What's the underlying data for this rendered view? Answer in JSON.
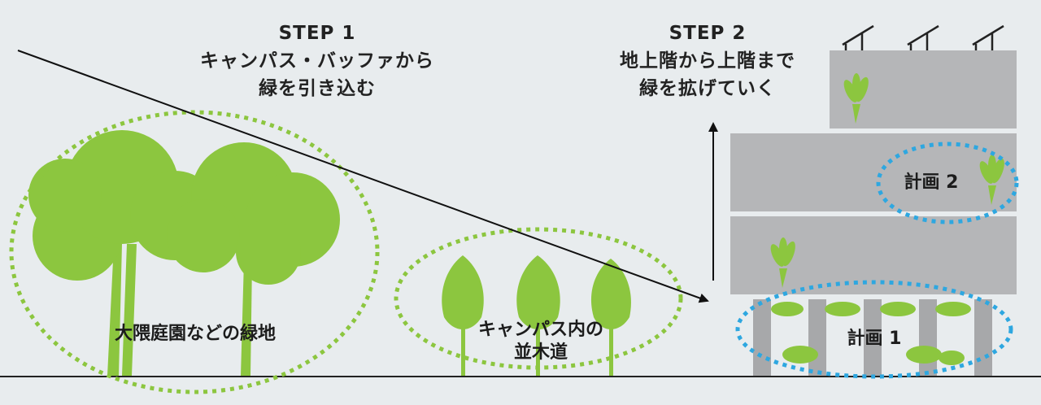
{
  "step1": {
    "heading": "STEP 1",
    "line2": "キャンパス・バッファから",
    "line3": "緑を引き込む"
  },
  "step2": {
    "heading": "STEP 2",
    "line2": "地上階から上階まで",
    "line3": "緑を拡げていく"
  },
  "labels": {
    "garden": "大隈庭園などの緑地",
    "avenue_line1": "キャンパス内の",
    "avenue_line2": "並木道",
    "plan1": "計画 1",
    "plan2": "計画 2"
  },
  "colors": {
    "background": "#e8ecee",
    "tree_green": "#8cc63f",
    "dotted_green": "#8cc63f",
    "dotted_blue": "#2ea7e0",
    "building_gray": "#b5b6b8",
    "pillar_gray": "#a7a8aa",
    "ground_line": "#222222"
  }
}
